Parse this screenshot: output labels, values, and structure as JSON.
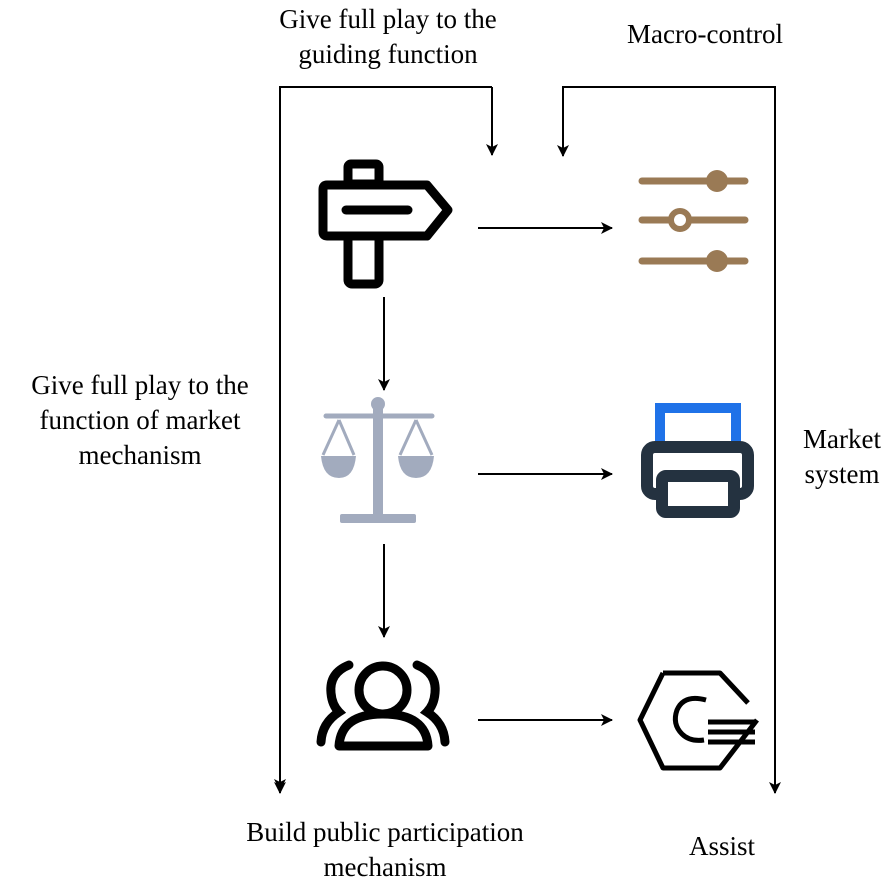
{
  "labels": {
    "guiding": [
      "Give full play to the",
      "guiding function"
    ],
    "macro_control": "Macro-control",
    "market_mechanism": [
      "Give full play to the",
      "function of market",
      "mechanism"
    ],
    "market_system": [
      "Market",
      "system"
    ],
    "public_participation": [
      "Build public participation",
      "mechanism"
    ],
    "assist": "Assist"
  },
  "icons": {
    "signpost": "signpost-icon",
    "sliders": "sliders-icon",
    "scales": "balance-scale-icon",
    "printer": "printer-icon",
    "people": "group-people-icon",
    "hexagon": "hexagon-lines-icon"
  },
  "colors": {
    "stroke": "#000000",
    "sliders": "#9a7a55",
    "scales": "#a2abbe",
    "printer_frame": "#1f72e8",
    "printer_body": "#243240"
  }
}
